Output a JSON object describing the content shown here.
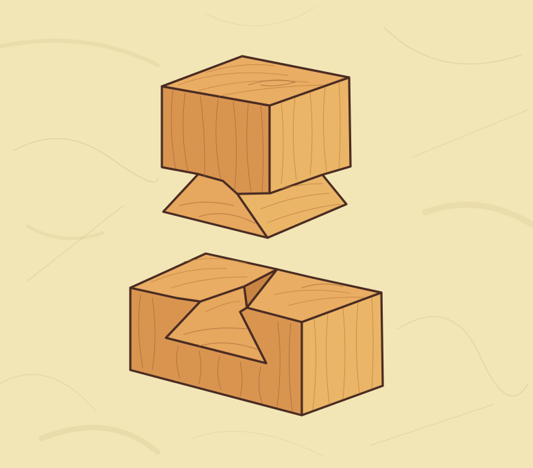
{
  "scene": {
    "subject": "dovetail-joint",
    "parts": [
      "tenon-block",
      "mortise-block"
    ]
  },
  "colors": {
    "background": "#f3e6b6",
    "background_texture": "#d9cc98",
    "outline": "#4a2c23",
    "wood_top": "#e9ad63",
    "wood_front": "#d99550",
    "wood_side": "#eab567",
    "wood_shadow": "#c98443",
    "grain": "#a8683a"
  }
}
